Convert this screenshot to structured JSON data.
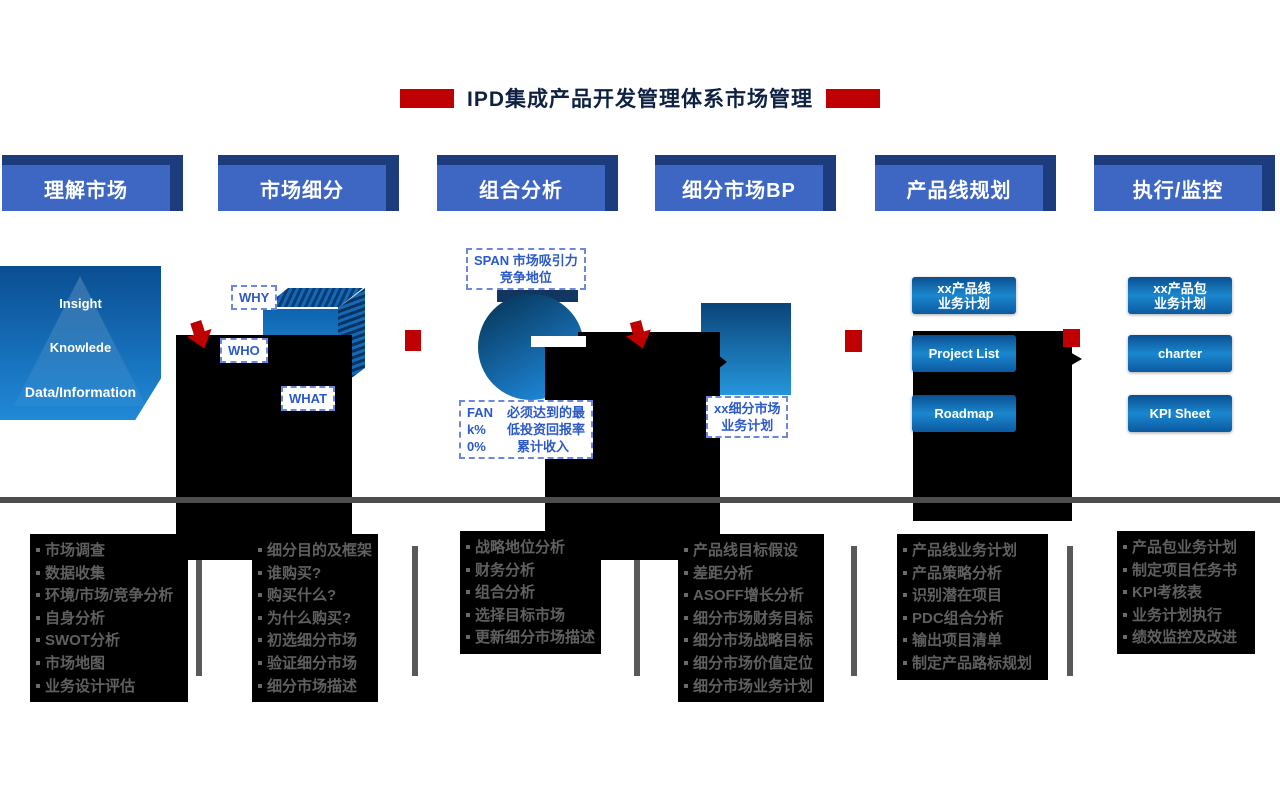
{
  "title": {
    "text": "IPD集成产品开发管理体系市场管理"
  },
  "headers": [
    "理解市场",
    "市场细分",
    "组合分析",
    "细分市场BP",
    "产品线规划",
    "执行/监控"
  ],
  "pyramid": {
    "levels": [
      "Insight",
      "Knowlede",
      "Data/Information"
    ]
  },
  "cube": {
    "why": "WHY",
    "who": "WHO",
    "what": "WHAT"
  },
  "span_box": {
    "line1": "SPAN 市场吸引力",
    "line2": "竞争地位"
  },
  "fan_box": {
    "rows": [
      {
        "k": "FAN",
        "v": "必须达到的最"
      },
      {
        "k": "k%",
        "v": "低投资回报率"
      },
      {
        "k": "0%",
        "v": "累计收入"
      }
    ]
  },
  "segment_plan_box": {
    "line1": "xx细分市场",
    "line2": "业务计划"
  },
  "planning": {
    "buttons": [
      {
        "line1": "xx产品线",
        "line2": "业务计划"
      },
      {
        "line1": "Project List",
        "line2": ""
      },
      {
        "line1": "Roadmap",
        "line2": ""
      }
    ]
  },
  "execution": {
    "buttons": [
      {
        "line1": "xx产品包",
        "line2": "业务计划"
      },
      {
        "line1": "charter",
        "line2": ""
      },
      {
        "line1": "KPI Sheet",
        "line2": ""
      }
    ]
  },
  "lists": [
    {
      "items": [
        "市场调查",
        "数据收集",
        "环境/市场/竞争分析",
        "自身分析",
        "SWOT分析",
        "市场地图",
        "业务设计评估"
      ]
    },
    {
      "items": [
        "细分目的及框架",
        "谁购买?",
        "购买什么?",
        "为什么购买?",
        "初选细分市场",
        "验证细分市场",
        "细分市场描述"
      ]
    },
    {
      "items": [
        "战略地位分析",
        "财务分析",
        "组合分析",
        "选择目标市场",
        "更新细分市场描述"
      ]
    },
    {
      "items": [
        "产品线目标假设",
        "差距分析",
        "ASOFF增长分析",
        "细分市场财务目标",
        "细分市场战略目标",
        "细分市场价值定位",
        "细分市场业务计划"
      ]
    },
    {
      "items": [
        "产品线业务计划",
        "产品策略分析",
        "识别潜在项目",
        "PDC组合分析",
        "输出项目清单",
        "制定产品路标规划"
      ]
    },
    {
      "items": [
        "产品包业务计划",
        "制定项目任务书",
        "KPI考核表",
        "业务计划执行",
        "绩效监控及改进"
      ]
    }
  ],
  "colors": {
    "accent_red": "#c00000",
    "header_blue": "#3e67c3",
    "header_bevel": "#1c3c7e",
    "button_gradient_mid": "#1b87ce",
    "dashed_label_blue": "#2b59c8",
    "list_text_gray": "#606060",
    "line_gray": "#4d4d4d",
    "silhouette_black": "#000000"
  }
}
